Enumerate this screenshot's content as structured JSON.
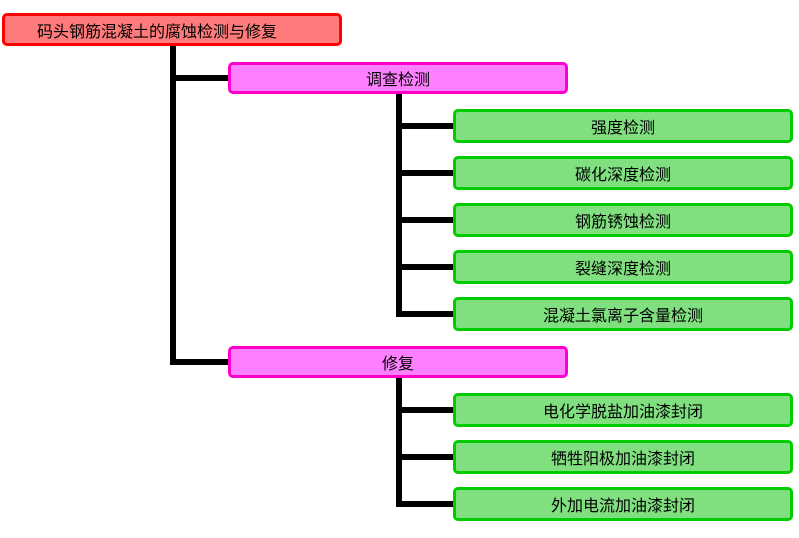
{
  "root": {
    "label": "码头钢筋混凝土的腐蚀检测与修复"
  },
  "branches": [
    {
      "label": "调查检测",
      "children": [
        "强度检测",
        "碳化深度检测",
        "钢筋锈蚀检测",
        "裂缝深度检测",
        "混凝土氯离子含量检测"
      ]
    },
    {
      "label": "修复",
      "children": [
        "电化学脱盐加油漆封闭",
        "牺牲阳极加油漆封闭",
        "外加电流加油漆封闭"
      ]
    }
  ],
  "colors": {
    "root_fill": "#ff7b7b",
    "root_border": "#ff0000",
    "branch_fill": "#ff80ff",
    "branch_border": "#ff00cc",
    "leaf_fill": "#80e080",
    "leaf_border": "#00cc00",
    "connector": "#000000"
  }
}
